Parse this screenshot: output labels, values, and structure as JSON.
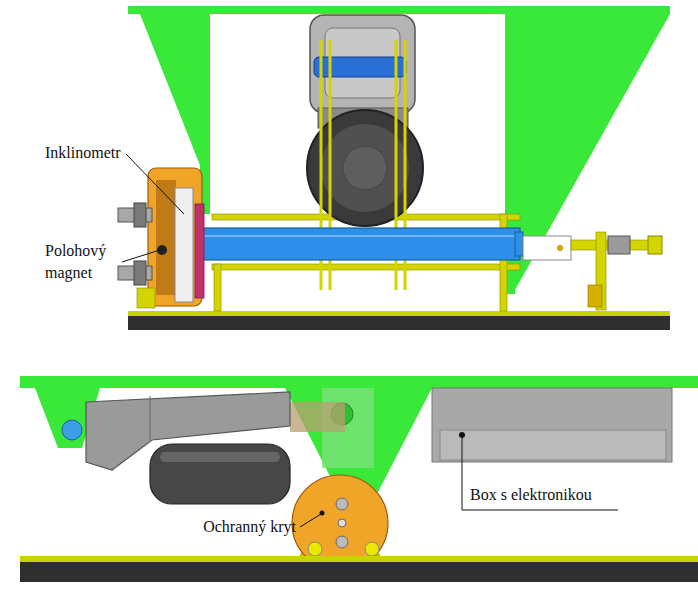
{
  "diagram": {
    "labels": [
      "Inklinometr",
      "Polohový magnet",
      "Box s elektronikou",
      "Ochranný kryt"
    ]
  }
}
